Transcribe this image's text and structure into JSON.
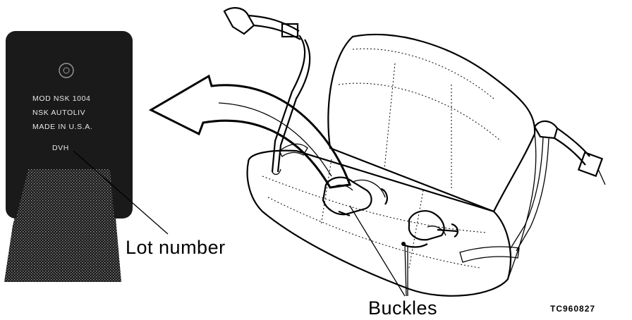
{
  "labels": {
    "lot_number": "Lot number",
    "buckles": "Buckles",
    "figure_code": "TC960827"
  },
  "tag": {
    "line1": "MOD NSK 1004",
    "line2": "NSK AUTOLIV",
    "line3": "MADE IN U.S.A.",
    "lot": "DVH"
  },
  "colors": {
    "tag_fill": "#1a1a1a",
    "ink": "#000000",
    "paper": "#ffffff"
  }
}
